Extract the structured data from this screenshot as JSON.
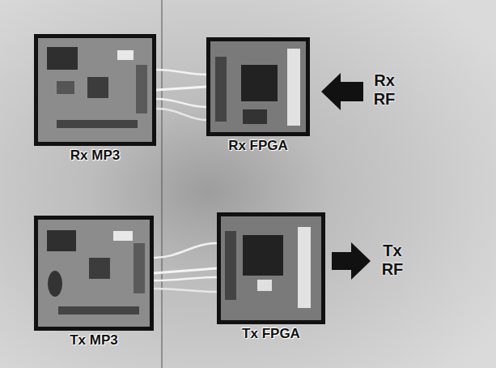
{
  "diagram": {
    "nodes": [
      {
        "text": [
          "Rx MP3"
        ]
      },
      {
        "text": [
          "Rx FPGA"
        ]
      },
      {
        "text": [
          "Tx MP3"
        ]
      },
      {
        "text": [
          "Tx FPGA"
        ]
      }
    ],
    "edges": [
      {
        "from": 0,
        "to": 1,
        "arrow": "none"
      },
      {
        "from": 2,
        "to": 3,
        "arrow": "none"
      }
    ],
    "labels": [
      "Rx RF",
      "Tx RF"
    ]
  }
}
